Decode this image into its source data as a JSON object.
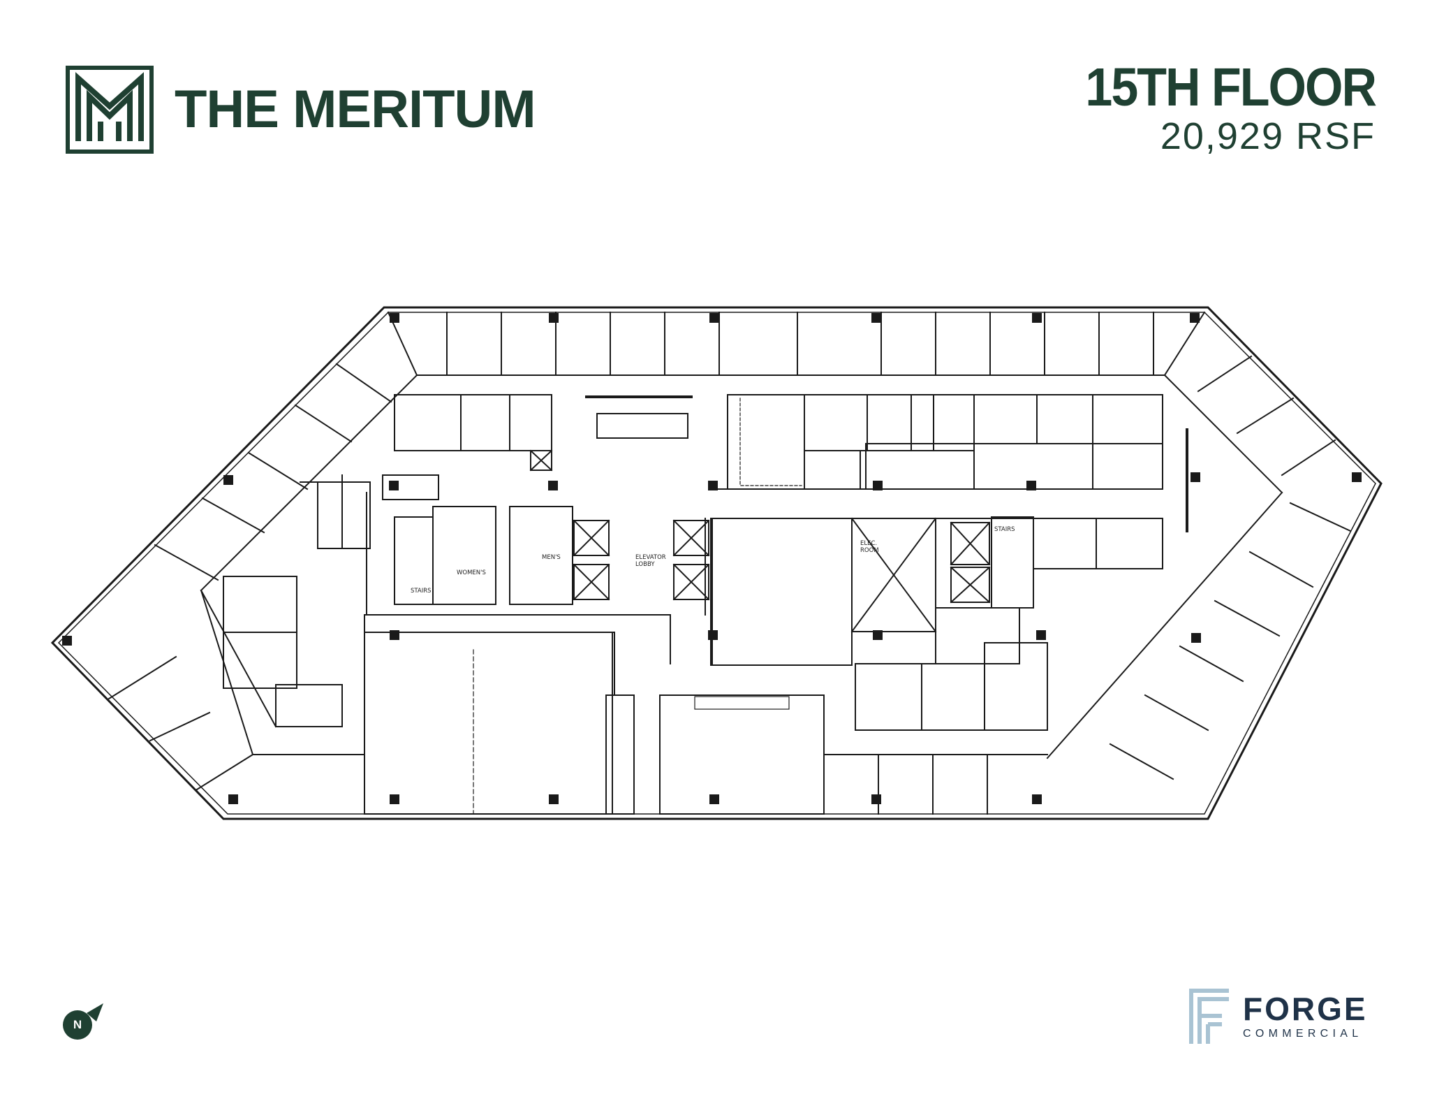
{
  "header": {
    "brand_name": "THE MERITUM",
    "floor_title": "15TH FLOOR",
    "rentable_area": "20,929 RSF"
  },
  "plan": {
    "labels": {
      "elevator_lobby_line1": "ELEVATOR",
      "elevator_lobby_line2": "LOBBY",
      "womens": "WOMEN'S",
      "mens": "MEN'S",
      "stairs_west": "STAIRS",
      "stairs_east": "STAIRS",
      "elec_room_line1": "ELEC.",
      "elec_room_line2": "ROOM"
    }
  },
  "compass": {
    "letter": "N"
  },
  "footer": {
    "company_name": "FORGE",
    "company_sub": "COMMERCIAL"
  },
  "colors": {
    "brand_green": "#1f4032",
    "forge_navy": "#1f3248",
    "forge_light_blue": "#a9c3d3"
  },
  "icons": [
    "meritum-logo-icon",
    "north-arrow-icon",
    "forge-logo-icon"
  ]
}
